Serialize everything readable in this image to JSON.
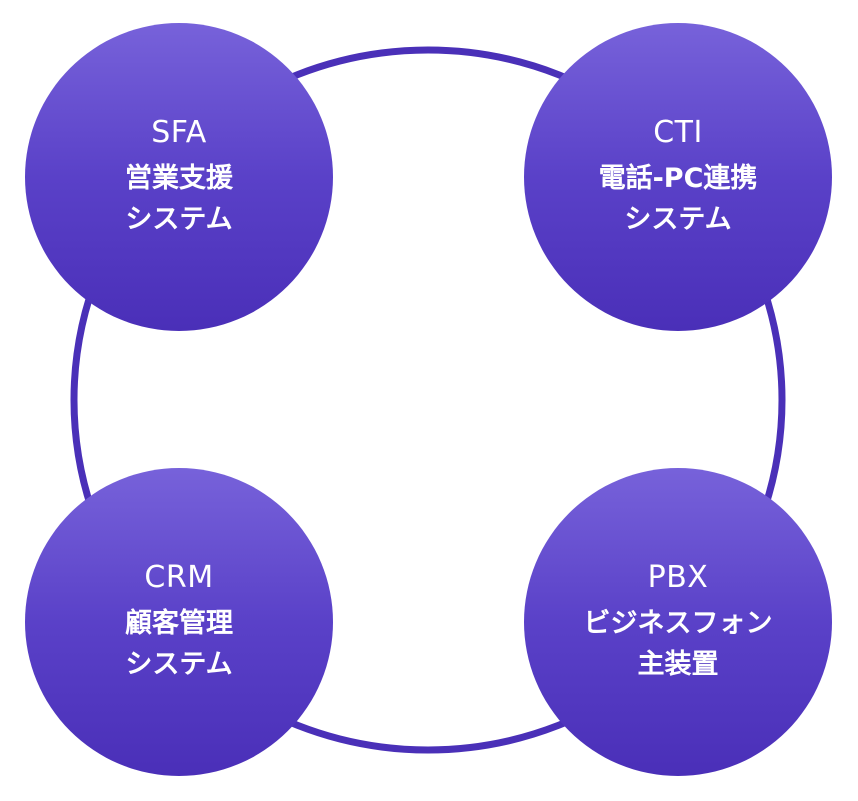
{
  "colors": {
    "ring": "#4a30b8",
    "node_top": "#7762da",
    "node_bottom": "#4a2fb8"
  },
  "nodes": [
    {
      "abbr": "SFA",
      "line1": "営業支援",
      "line2": "システム"
    },
    {
      "abbr": "CTI",
      "line1": "電話-PC連携",
      "line2": "システム"
    },
    {
      "abbr": "CRM",
      "line1": "顧客管理",
      "line2": "システム"
    },
    {
      "abbr": "PBX",
      "line1": "ビジネスフォン",
      "line2": "主装置"
    }
  ]
}
